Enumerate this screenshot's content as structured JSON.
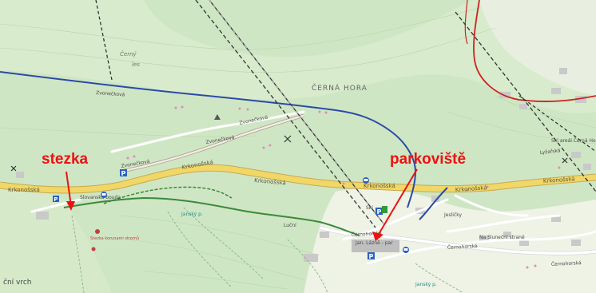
{
  "annotations": {
    "trail": "stezka",
    "parking": "parkoviště",
    "color": "#ee1111"
  },
  "places": {
    "mountain": "ČERNÁ HORA",
    "wood_1": "Černý",
    "wood_2": "les",
    "bottom_left": "ční vrch",
    "janske": "Janský p.",
    "janske2": "Janský p."
  },
  "streets": {
    "krkonosska_1": "Krkonošská",
    "krkonosska_2": "Krkonošská",
    "krkonosska_3": "Krkonošská",
    "krkonosska_4": "Krkonošská",
    "krkonosska_5": "Krkonošská",
    "krkonosska_6": "Krkonošská",
    "zvonenkova_1": "Zvonečková",
    "zvonenkova_2": "Zvonečková",
    "zvonenkova_3": "Zvonečková",
    "zvonenkova_4": "Zvonečková",
    "lyzarska": "Lyžařská",
    "carnohorska_1": "Černohorská",
    "carnohorska_2": "Černohorská",
    "carnohorska_3": "Černohorská",
    "lucni": "Luční",
    "lazne": "Jan. Lázně - par"
  },
  "pois": {
    "ski_area": "Ski areál Černá Ho",
    "ski": "Ski",
    "jaslicky": "Jesličky",
    "slovanska": "Slovanská bouda",
    "poi_left": "Stezka korunami stromů",
    "na_slunecni": "Na Sluneční straně"
  },
  "icons": {
    "parking": "parking-icon",
    "bus": "bus-stop-icon",
    "mine": "crossed-hammers-icon",
    "peak": "peak-icon"
  },
  "colors": {
    "forest": "#cfe6c4",
    "meadow": "#e6f0dc",
    "main_road": "#f1d768",
    "trail_blue": "#2b4aa8",
    "trail_red": "#cc2222",
    "trail_green": "#3a8a3a",
    "lift": "#333333"
  }
}
